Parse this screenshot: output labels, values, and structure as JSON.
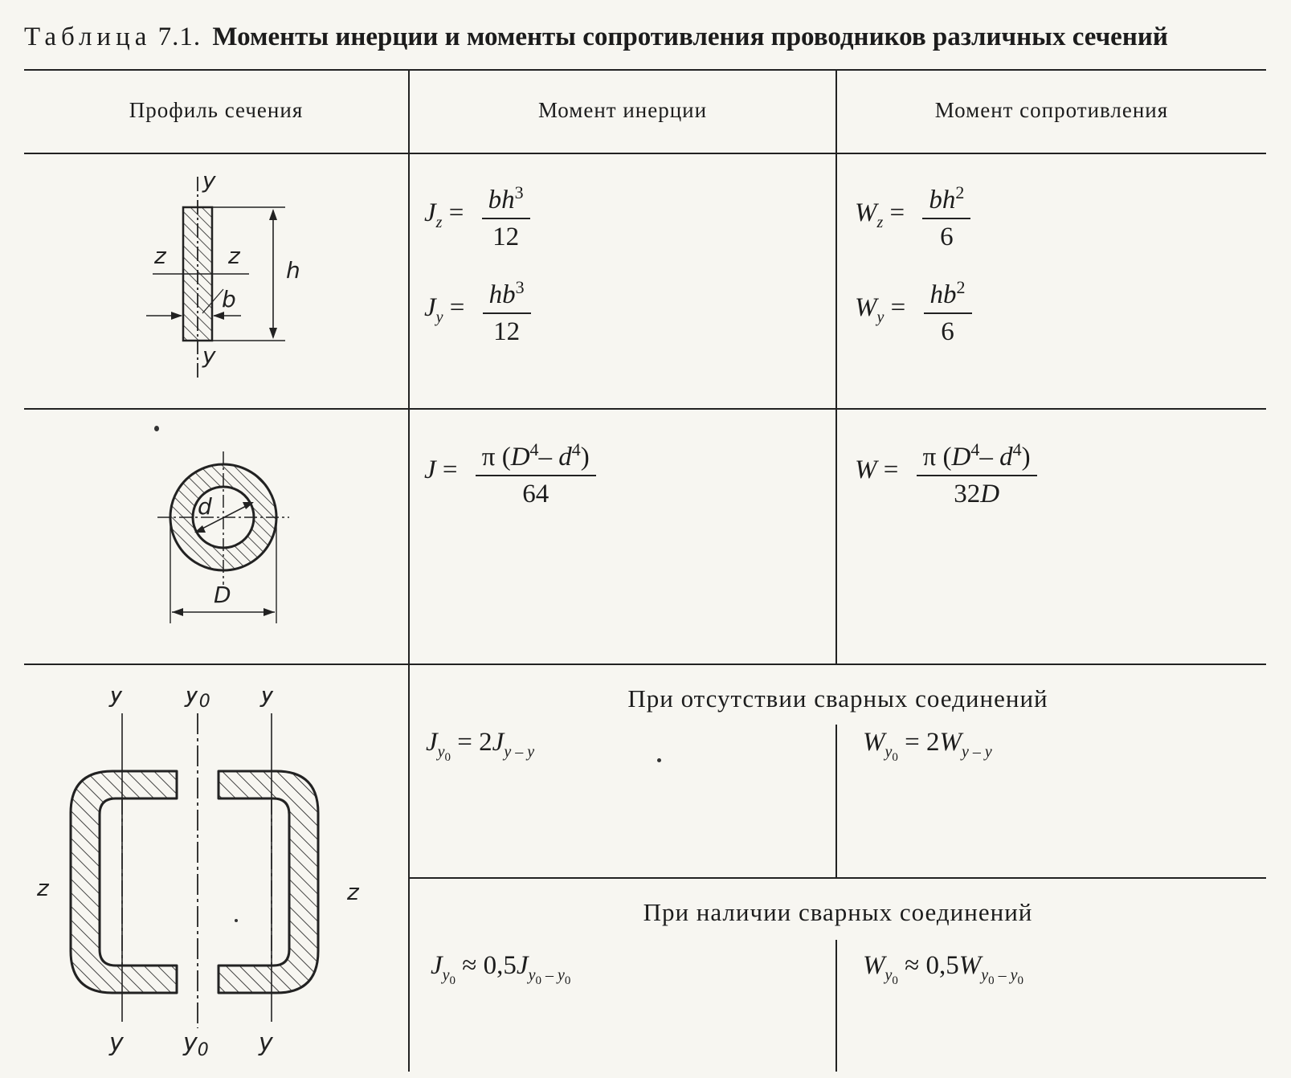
{
  "caption": {
    "label": "Таблица",
    "number": "7.1.",
    "title": "Моменты инерции и моменты сопротивления проводников различных сечений"
  },
  "headers": {
    "profile": "Профиль сечения",
    "inertia": "Момент инерции",
    "resistance": "Момент сопротивления"
  },
  "rect": {
    "labels": {
      "y_top": "y",
      "y_bottom": "y",
      "z_left": "z",
      "z_right": "z",
      "h": "h",
      "b": "b"
    },
    "Jz": {
      "lhs": "J",
      "sub": "z",
      "num": "bh",
      "num_exp": "3",
      "den": "12"
    },
    "Jy": {
      "lhs": "J",
      "sub": "y",
      "num": "hb",
      "num_exp": "3",
      "den": "12"
    },
    "Wz": {
      "lhs": "W",
      "sub": "z",
      "num": "bh",
      "num_exp": "2",
      "den": "6"
    },
    "Wy": {
      "lhs": "W",
      "sub": "y",
      "num": "hb",
      "num_exp": "2",
      "den": "6"
    }
  },
  "ring": {
    "labels": {
      "d": "d",
      "D": "D"
    },
    "J": {
      "lhs": "J",
      "num_pre": "π (",
      "num_D": "D",
      "exp4": "4",
      "num_mid": "– ",
      "num_d": "d",
      "num_post": ")",
      "den": "64"
    },
    "W": {
      "lhs": "W",
      "num_pre": "π (",
      "num_D": "D",
      "exp4": "4",
      "num_mid": "– ",
      "num_d": "d",
      "num_post": ")",
      "den_num": "32",
      "den_var": "D"
    }
  },
  "channel": {
    "labels": {
      "y_left_top": "y",
      "y0_top": "y",
      "y0_top_sub": "0",
      "y_right_top": "y",
      "y_left_bottom": "y",
      "y0_bottom": "y",
      "y0_bottom_sub": "0",
      "y_right_bottom": "y",
      "z_left": "z",
      "z_right": "z"
    },
    "no_weld": {
      "heading": "При отсутствии сварных соединений",
      "J": {
        "lhs": "J",
        "sub": "y",
        "subsub": "0",
        "eq": "= 2",
        "rhs": "J",
        "rhs_sub": "y – y"
      },
      "W": {
        "lhs": "W",
        "sub": "y",
        "subsub": "0",
        "eq": "= 2",
        "rhs": "W",
        "rhs_sub": "y – y"
      }
    },
    "weld": {
      "heading": "При наличии сварных соединений",
      "J": {
        "lhs": "J",
        "sub": "y",
        "subsub": "0",
        "eq": "≈ 0,5",
        "rhs": "J",
        "rhs_sub": "y",
        "rhs_sub0": "0",
        "rhs_dash": " – y",
        "rhs_sub0b": "0"
      },
      "W": {
        "lhs": "W",
        "sub": "y",
        "subsub": "0",
        "eq": "≈ 0,5",
        "rhs": "W",
        "rhs_sub": "y",
        "rhs_sub0": "0",
        "rhs_dash": " – y",
        "rhs_sub0b": "0"
      }
    }
  }
}
